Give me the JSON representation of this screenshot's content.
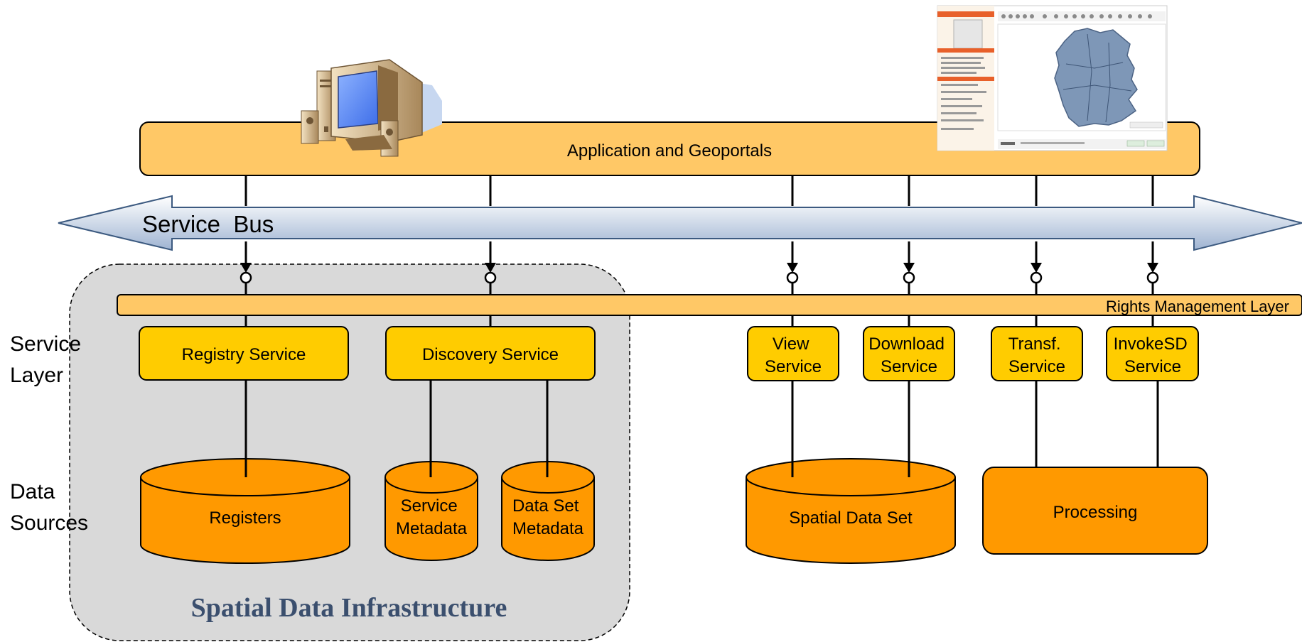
{
  "diagram": {
    "application_bar_label": "Application and Geoportals",
    "service_bus_label": "Service  Bus",
    "rights_layer_label": "Rights Management Layer",
    "row_labels": {
      "service_layer": [
        "Service",
        "Layer"
      ],
      "data_sources": [
        "Data",
        "Sources"
      ]
    },
    "services": {
      "registry": [
        "Registry Service"
      ],
      "discovery": [
        "Discovery Service"
      ],
      "view": [
        "View",
        "Service"
      ],
      "download": [
        "Download",
        "Service"
      ],
      "transf": [
        "Transf.",
        "Service"
      ],
      "invokesd": [
        "InvokeSD",
        "Service"
      ]
    },
    "data_sources": {
      "registers": [
        "Registers"
      ],
      "service_metadata": [
        "Service",
        "Metadata"
      ],
      "dataset_metadata": [
        "Data Set",
        "Metadata"
      ],
      "spatial_data_set": [
        "Spatial Data Set"
      ],
      "processing": [
        "Processing"
      ]
    },
    "sdi_title": "Spatial Data Infrastructure",
    "colors": {
      "app_bar": "#FFC866",
      "service_box": "#FFCC00",
      "datastore": "#FF9900",
      "sdi_region": "#D9D9D9",
      "sdi_title": "#3B4F6E",
      "bus_light": "#FFFFFF",
      "bus_dark": "#9FB4D2",
      "computer_screen": "#5A8CFF",
      "map_country": "#7E97B7"
    },
    "icons": [
      "desktop-computer-icon",
      "geoportal-screenshot-icon",
      "germany-map-icon"
    ]
  }
}
